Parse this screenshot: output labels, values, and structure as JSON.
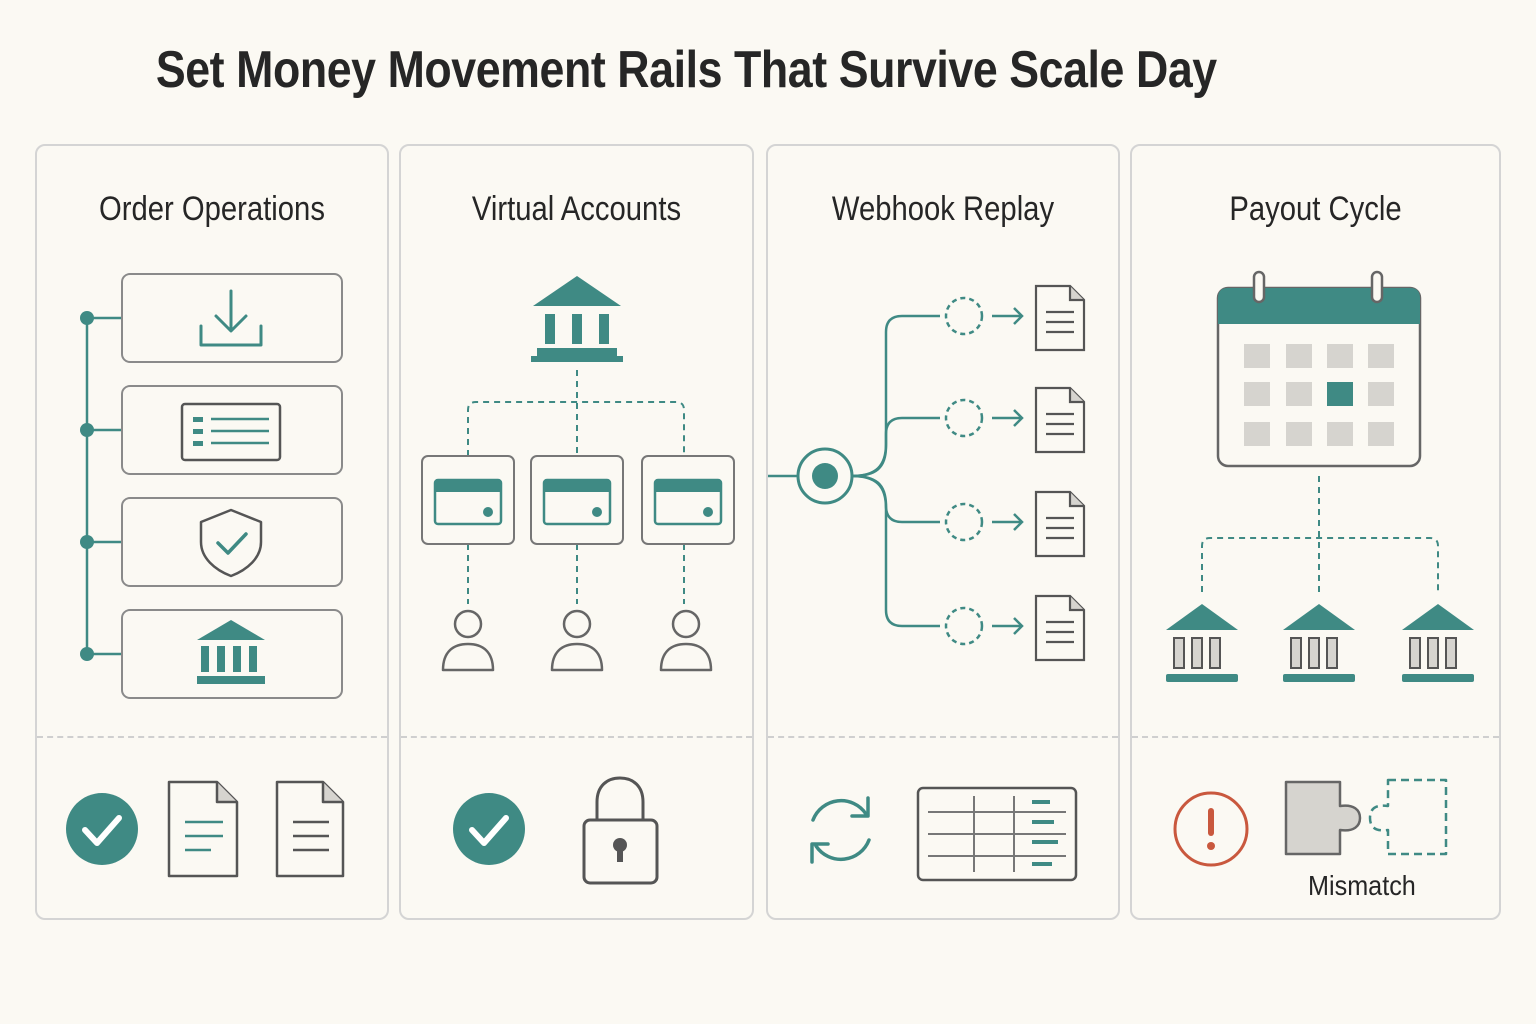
{
  "title": "Set Money Movement Rails That Survive Scale Day",
  "colors": {
    "teal": "#3f8a84",
    "gray_stroke": "#6d6d6d",
    "light_gray": "#d6d4cf",
    "alert_red": "#c9583e",
    "background": "#fbf9f3"
  },
  "panels": [
    {
      "title": "Order Operations",
      "steps": [
        "download-icon",
        "form-icon",
        "shield-check-icon",
        "bank-icon"
      ],
      "footer": [
        "check-circle-icon",
        "document-icon",
        "document-icon"
      ]
    },
    {
      "title": "Virtual Accounts",
      "root": "bank-icon",
      "accounts": [
        "card-icon",
        "card-icon",
        "card-icon"
      ],
      "users": [
        "user-icon",
        "user-icon",
        "user-icon"
      ],
      "footer": [
        "check-circle-icon",
        "padlock-icon"
      ]
    },
    {
      "title": "Webhook Replay",
      "source": "event-node-icon",
      "targets": [
        "document-icon",
        "document-icon",
        "document-icon",
        "document-icon"
      ],
      "footer": [
        "refresh-icon",
        "table-icon"
      ]
    },
    {
      "title": "Payout Cycle",
      "root": "calendar-icon",
      "banks": [
        "bank-icon",
        "bank-icon",
        "bank-icon"
      ],
      "footer": [
        "alert-icon",
        "puzzle-icon"
      ],
      "mismatch_label": "Mismatch"
    }
  ]
}
